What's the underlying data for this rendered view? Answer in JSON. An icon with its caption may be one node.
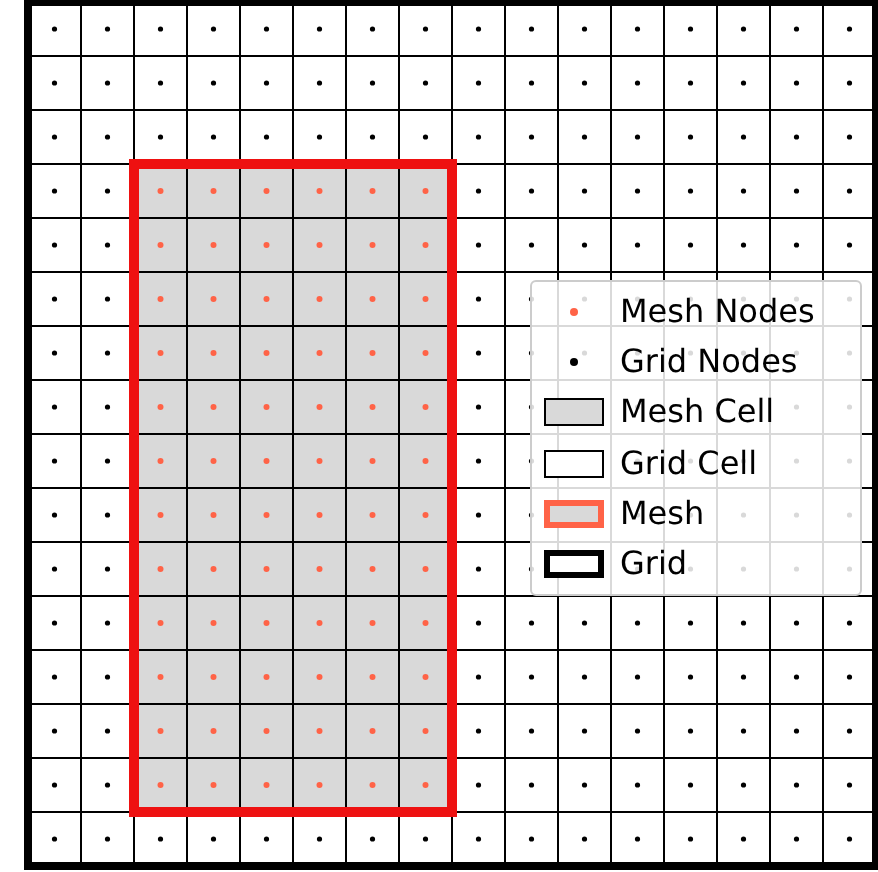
{
  "diagram": {
    "legend": [
      {
        "text": "Mesh Nodes"
      },
      {
        "text": "Grid Nodes"
      },
      {
        "text": "Mesh Cell",
        "color": "#d9d9d9"
      },
      {
        "text": "Grid Cell"
      },
      {
        "text": "Mesh"
      },
      {
        "text": "Grid"
      }
    ]
  }
}
